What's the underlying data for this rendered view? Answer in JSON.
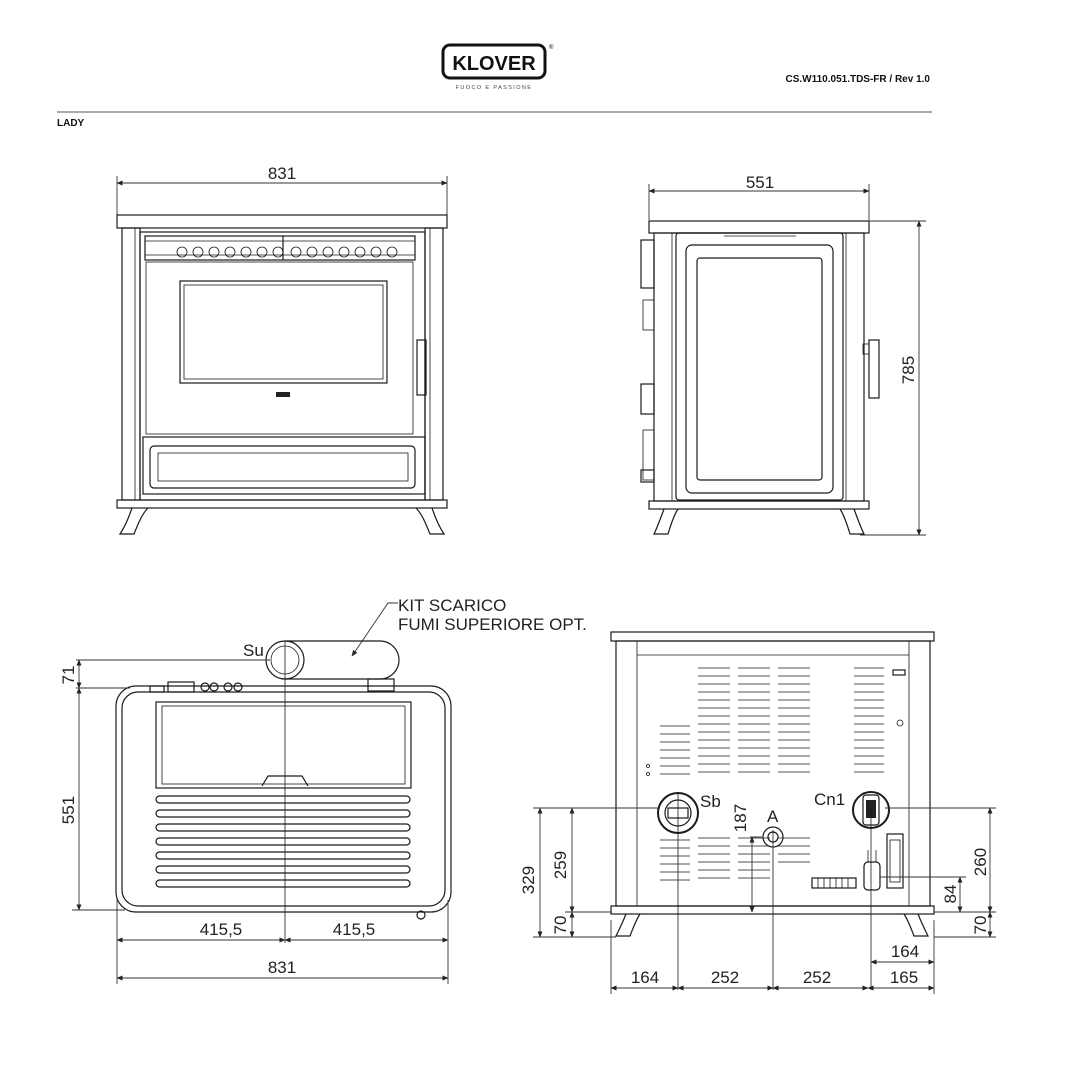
{
  "header": {
    "brand": "KLOVER",
    "registered_mark": "®",
    "tagline": "FUOCO E PASSIONE",
    "doc_code": "CS.W110.051.TDS-FR / Rev 1.0",
    "model": "LADY"
  },
  "front_view": {
    "width": "831"
  },
  "side_view": {
    "depth": "551",
    "height": "785"
  },
  "top_view": {
    "kit_label_line1": "KIT SCARICO",
    "kit_label_line2": "FUMI SUPERIORE OPT.",
    "outlet_label": "Su",
    "offset_back": "71",
    "depth": "551",
    "half_left": "415,5",
    "half_right": "415,5",
    "width": "831"
  },
  "back_view": {
    "sb_label": "Sb",
    "a_label": "A",
    "cn1_label": "Cn1",
    "h187": "187",
    "h329": "329",
    "h259": "259",
    "h70_left": "70",
    "h260": "260",
    "h84": "84",
    "h70_right": "70",
    "w164_top": "164",
    "w164": "164",
    "w252_a": "252",
    "w252_b": "252",
    "w165": "165"
  }
}
